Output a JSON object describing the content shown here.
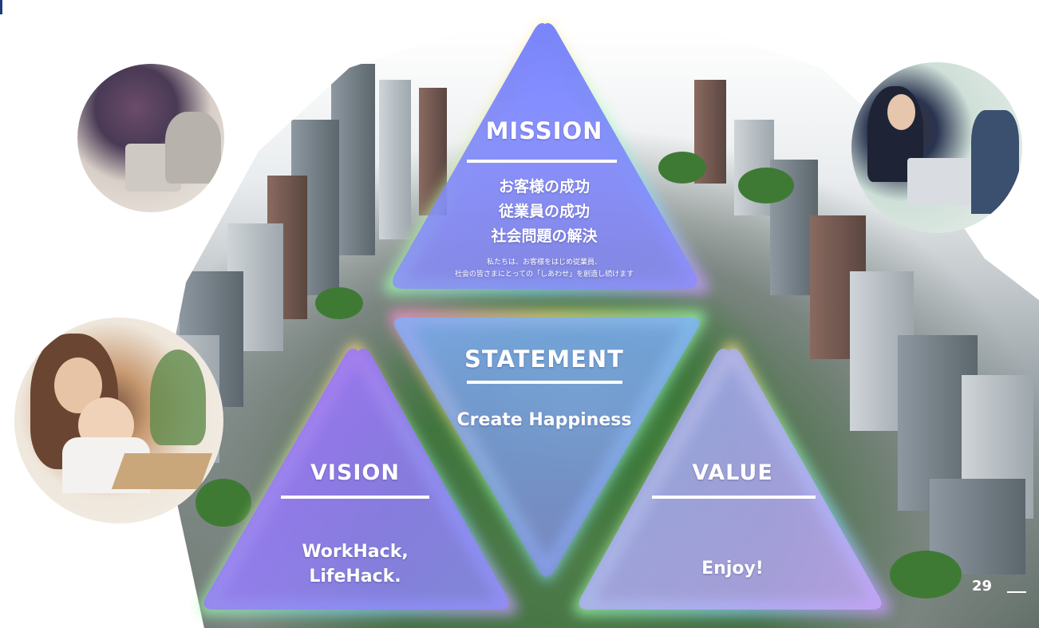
{
  "mission": {
    "title": "MISSION",
    "lines": [
      "お客様の成功",
      "従業員の成功",
      "社会問題の解決"
    ],
    "note": [
      "私たちは、お客様をはじめ従業員、",
      "社会の皆さまにとっての「しあわせ」を創造し続けます"
    ]
  },
  "statement": {
    "title": "STATEMENT",
    "text": "Create Happiness"
  },
  "vision": {
    "title": "VISION",
    "lines": [
      "WorkHack,",
      "LifeHack."
    ]
  },
  "value": {
    "title": "VALUE",
    "text": "Enjoy!"
  },
  "page_number": "29",
  "colors": {
    "triangle_top": "#8a78ff",
    "triangle_left": "#b06cff",
    "triangle_right": "#c7a6ff",
    "triangle_center": "#7aa8ff",
    "accent_bar": "#1f3b7a"
  }
}
